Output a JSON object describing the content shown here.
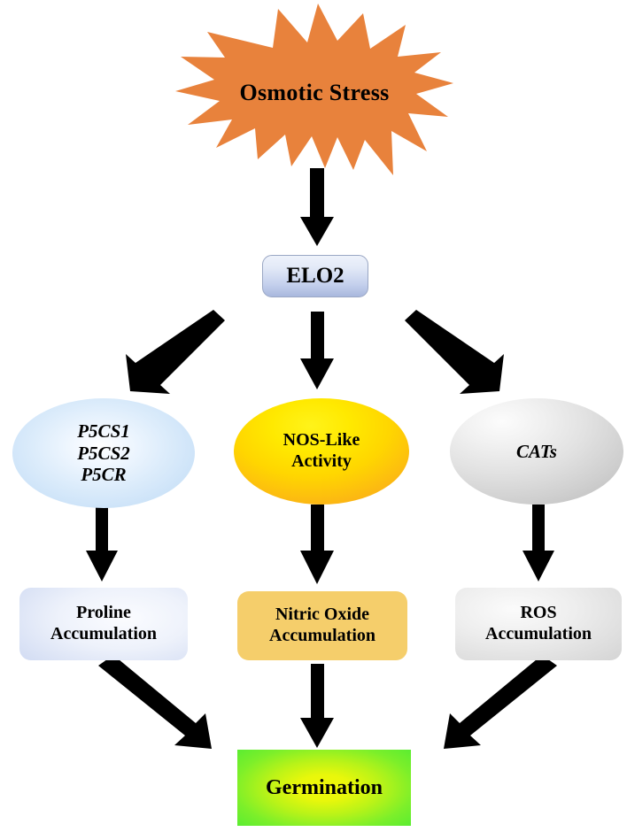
{
  "diagram": {
    "title": "Osmotic stress ELO2 germination signalling pathway",
    "background_color": "#ffffff"
  },
  "nodes": {
    "stress": {
      "label": "Osmotic Stress",
      "shape": "starburst",
      "color": "#E8823C"
    },
    "elo2": {
      "label": "ELO2",
      "shape": "rounded-rectangle",
      "color": "#C3CFEC",
      "border_color": "#9AA7C4"
    },
    "p5_genes": {
      "lines": [
        "P5CS1",
        "P5CS2",
        "P5CR"
      ],
      "shape": "ellipse",
      "color": "#CBE2F8",
      "italic": true
    },
    "nos": {
      "lines": [
        "NOS-Like",
        "Activity"
      ],
      "shape": "ellipse",
      "color": "#FFD600"
    },
    "cats": {
      "label": "CATs",
      "shape": "ellipse",
      "color": "#D8D8D8",
      "italic": true
    },
    "proline": {
      "lines": [
        "Proline",
        "Accumulation"
      ],
      "shape": "rounded-rectangle",
      "color": "#C3CFEE"
    },
    "nitric_oxide": {
      "lines": [
        "Nitric Oxide",
        "Accumulation"
      ],
      "shape": "rounded-rectangle",
      "color": "#F5CE6B"
    },
    "ros": {
      "lines": [
        "ROS",
        "Accumulation"
      ],
      "shape": "rounded-rectangle",
      "color": "#D5D5D5"
    },
    "germination": {
      "label": "Germination",
      "shape": "rectangle",
      "color": "#7CEF2A"
    }
  },
  "edges": [
    {
      "from": "stress",
      "to": "elo2",
      "style": "arrow-down",
      "color": "#000000"
    },
    {
      "from": "elo2",
      "to": "p5_genes",
      "style": "arrow-diag-left",
      "color": "#000000"
    },
    {
      "from": "elo2",
      "to": "nos",
      "style": "arrow-down",
      "color": "#000000"
    },
    {
      "from": "elo2",
      "to": "cats",
      "style": "arrow-diag-right",
      "color": "#000000"
    },
    {
      "from": "p5_genes",
      "to": "proline",
      "style": "arrow-down",
      "color": "#000000"
    },
    {
      "from": "nos",
      "to": "nitric_oxide",
      "style": "arrow-down",
      "color": "#000000"
    },
    {
      "from": "cats",
      "to": "ros",
      "style": "arrow-down",
      "color": "#000000"
    },
    {
      "from": "proline",
      "to": "germination",
      "style": "arrow-diag-right",
      "color": "#000000"
    },
    {
      "from": "nitric_oxide",
      "to": "germination",
      "style": "arrow-down",
      "color": "#000000"
    },
    {
      "from": "ros",
      "to": "germination",
      "style": "arrow-diag-left",
      "color": "#000000"
    }
  ]
}
